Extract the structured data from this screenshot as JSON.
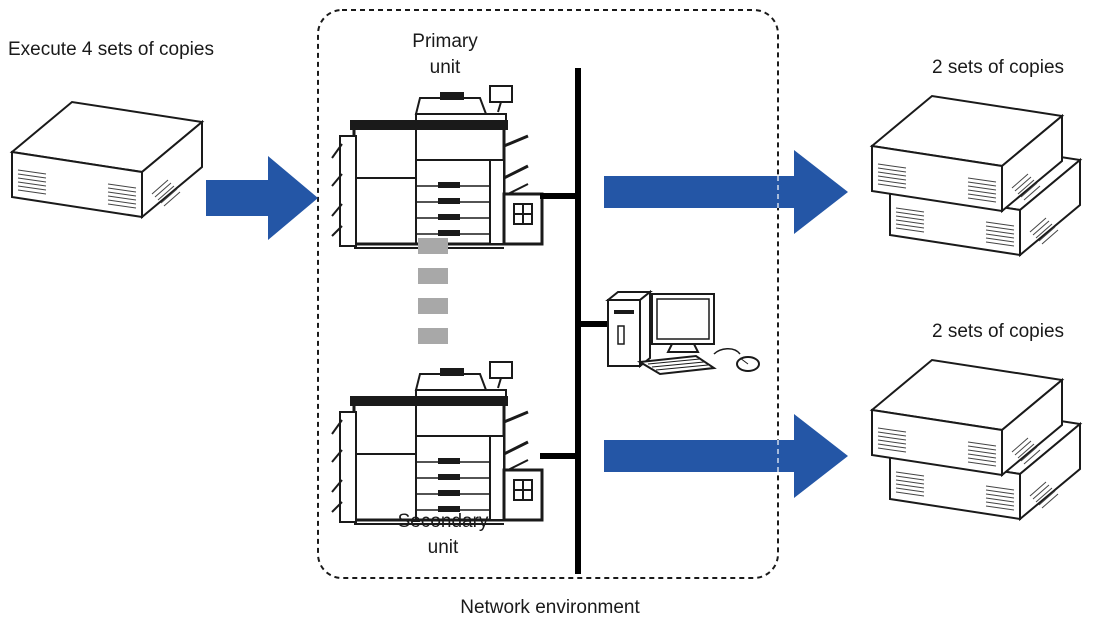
{
  "labels": {
    "input_caption": "Execute 4 sets of copies",
    "primary_line1": "Primary",
    "primary_line2": "unit",
    "secondary_line1": "Secondary",
    "secondary_line2": "unit",
    "output_top_caption": "2 sets of copies",
    "output_bottom_caption": "2 sets of copies",
    "network_caption": "Network environment"
  },
  "colors": {
    "arrow": "#2456a6",
    "dash_block": "#a8a8a8",
    "network_line": "#000000",
    "outline": "#1a1a1a"
  },
  "icons": [
    "paper-stack-icon",
    "printer-icon",
    "computer-icon",
    "arrow-right-icon"
  ]
}
